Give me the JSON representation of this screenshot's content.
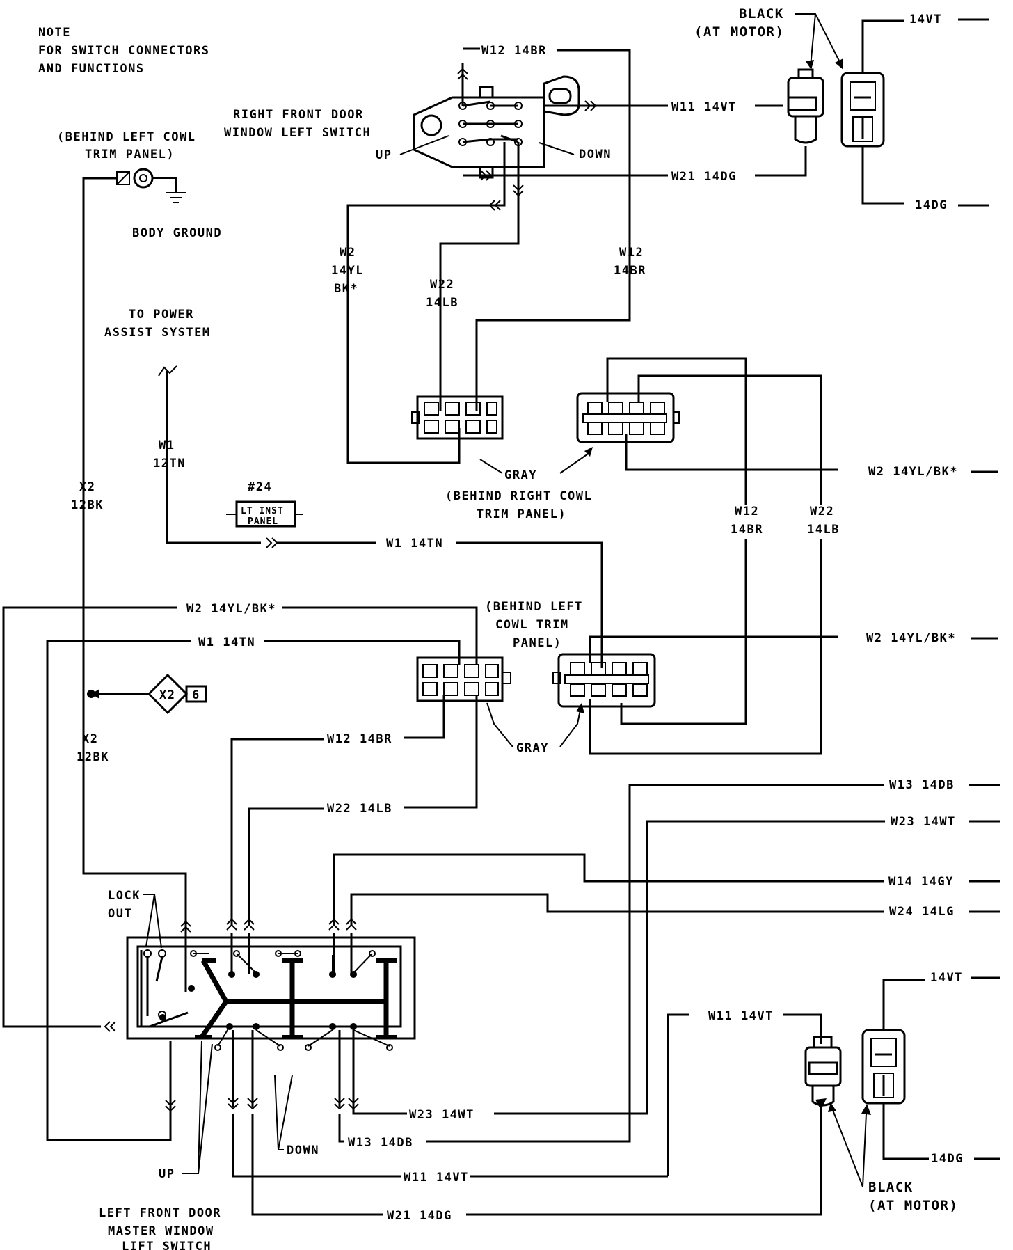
{
  "note": [
    "NOTE",
    "FOR SWITCH CONNECTORS",
    "AND FUNCTIONS"
  ],
  "labels": {
    "rf_switch": [
      "RIGHT FRONT DOOR",
      "WINDOW LEFT SWITCH"
    ],
    "up": "UP",
    "down": "DOWN",
    "behind_left_cowl_top": [
      "(BEHIND LEFT COWL",
      "TRIM PANEL)"
    ],
    "body_ground": "BODY GROUND",
    "to_power_assist": [
      "TO POWER",
      "ASSIST SYSTEM"
    ],
    "black_at_motor_top": [
      "BLACK",
      "(AT MOTOR)"
    ],
    "black_at_motor_bottom": [
      "BLACK",
      "(AT MOTOR)"
    ],
    "gray": "GRAY",
    "behind_right_cowl": [
      "(BEHIND RIGHT COWL",
      "TRIM PANEL)"
    ],
    "behind_left_cowl_mid": [
      "(BEHIND LEFT",
      "COWL TRIM",
      "PANEL)"
    ],
    "fuse_number": "#24",
    "fuse_label": [
      "LT INST",
      "PANEL"
    ],
    "splice_id": "X2",
    "splice_ref": "6",
    "lock_out": [
      "LOCK",
      "OUT"
    ],
    "master_switch": [
      "LEFT FRONT DOOR",
      "MASTER WINDOW",
      "LIFT SWITCH"
    ]
  },
  "wires": {
    "w12_14br": "W12 14BR",
    "w11_14vt": "W11 14VT",
    "w21_14dg": "W21 14DG",
    "w2_14yl_bk": "W2 14YL/BK*",
    "w1_14tn": "W1 14TN",
    "w13_14db": "W13 14DB",
    "w23_14wt": "W23 14WT",
    "w14_14gy": "W14 14GY",
    "w24_14lg": "W24 14LG",
    "w22_14lb": "W22 14LB",
    "v14vt": "14VT",
    "v14dg": "14DG",
    "w2_stack": [
      "W2",
      "14YL",
      "BK*"
    ],
    "w22_stack": [
      "W22",
      "14LB"
    ],
    "w12_stack": [
      "W12",
      "14BR"
    ],
    "w1_stack": [
      "W1",
      "12TN"
    ],
    "x2_stack": [
      "X2",
      "12BK"
    ]
  }
}
